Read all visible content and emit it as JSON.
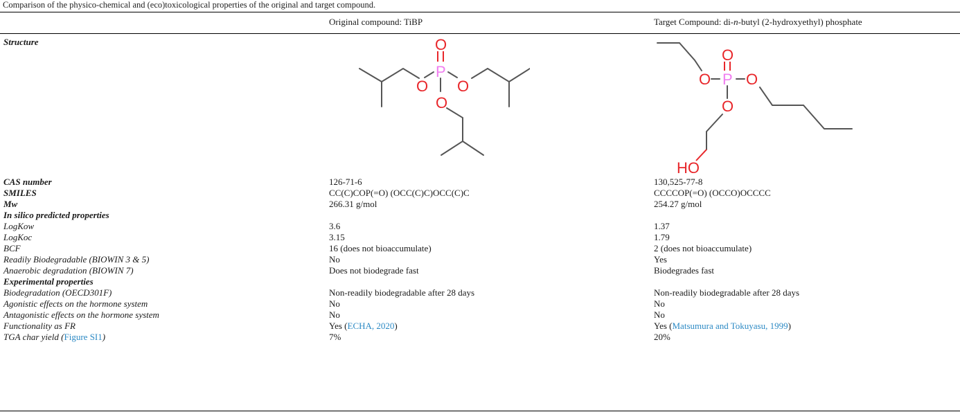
{
  "caption": "Comparison of the physico-chemical and (eco)toxicological properties of the original and target compound.",
  "columns": {
    "original": "Original compound: TiBP",
    "target_prefix": "Target Compound: di-",
    "target_italic": "n",
    "target_suffix": "-butyl (2-hydroxyethyl) phosphate"
  },
  "structure_label": "Structure",
  "atoms": {
    "oxygen": "O",
    "phosphorus": "P",
    "hydroxyl": "HO"
  },
  "rows": [
    {
      "label": "CAS number",
      "bold": true,
      "v1": "126-71-6",
      "v2": "130,525-77-8"
    },
    {
      "label": "SMILES",
      "bold": true,
      "v1": "CC(C)COP(=O) (OCC(C)C)OCC(C)C",
      "v2": "CCCCOP(=O) (OCCO)OCCCC"
    },
    {
      "label": "Mw",
      "bold": true,
      "v1": "266.31 g/mol",
      "v2": "254.27 g/mol"
    },
    {
      "label": "In silico predicted properties",
      "bold": true,
      "v1": "",
      "v2": ""
    },
    {
      "label": "LogKow",
      "bold": false,
      "v1": "3.6",
      "v2": "1.37"
    },
    {
      "label": "LogKoc",
      "bold": false,
      "v1": "3.15",
      "v2": "1.79"
    },
    {
      "label": "BCF",
      "bold": false,
      "v1": "16 (does not bioaccumulate)",
      "v2": "2 (does not bioaccumulate)"
    },
    {
      "label": "Readily Biodegradable (BIOWIN 3 & 5)",
      "bold": false,
      "v1": "No",
      "v2": "Yes"
    },
    {
      "label": "Anaerobic degradation (BIOWIN 7)",
      "bold": false,
      "v1": "Does not biodegrade fast",
      "v2": "Biodegrades fast"
    },
    {
      "label": "Experimental properties",
      "bold": true,
      "v1": "",
      "v2": ""
    },
    {
      "label": "Biodegradation (OECD301F)",
      "bold": false,
      "v1": "Non-readily biodegradable after 28 days",
      "v2": "Non-readily biodegradable after 28 days"
    },
    {
      "label": "Agonistic effects on the hormone system",
      "bold": false,
      "v1": "No",
      "v2": "No"
    },
    {
      "label": "Antagonistic effects on the hormone system",
      "bold": false,
      "v1": "No",
      "v2": "No"
    }
  ],
  "fr_row": {
    "label": "Functionality as FR",
    "v1_pre": "Yes (",
    "v1_ref": "ECHA, 2020",
    "v1_post": ")",
    "v2_pre": "Yes (",
    "v2_ref": "Matsumura and Tokuyasu, 1999",
    "v2_post": ")"
  },
  "tga_row": {
    "label_pre": "TGA char yield (",
    "label_ref": "Figure SI1",
    "label_post": ")",
    "v1": "7%",
    "v2": "20%"
  },
  "colors": {
    "link": "#2b89c4",
    "oxygen": "#e8262a",
    "phosphorus": "#f07ef0",
    "bond": "#555555"
  }
}
